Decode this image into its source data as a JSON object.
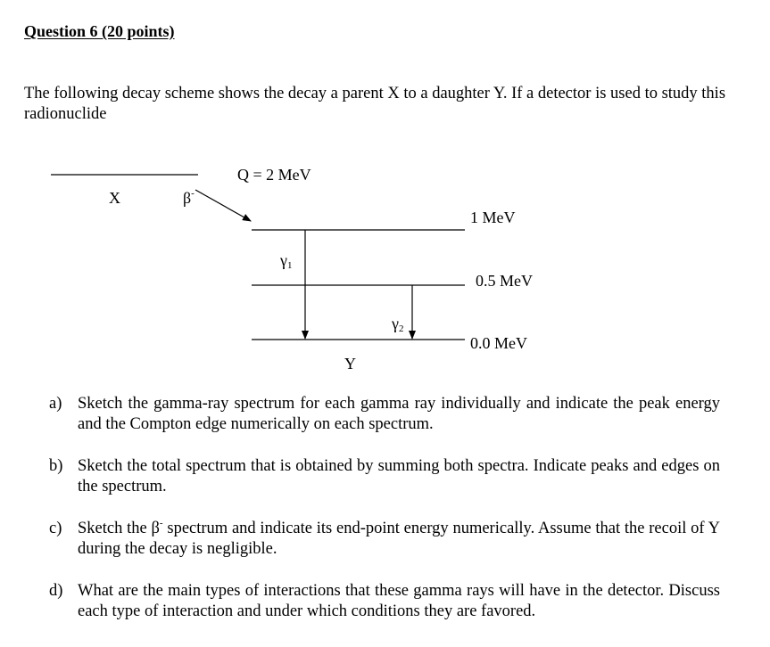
{
  "question": {
    "heading": "Question 6 (20 points)",
    "intro": "The following decay scheme shows the decay a parent X to a daughter Y.  If a detector is used to study this radionuclide"
  },
  "diagram": {
    "parent_label": "X",
    "beta_label": "β",
    "beta_superscript": "-",
    "q_value": "Q = 2 MeV",
    "daughter_label": "Y",
    "levels": [
      {
        "label": "1 MeV"
      },
      {
        "label": "0.5 MeV"
      },
      {
        "label": "0.0 MeV"
      }
    ],
    "gammas": [
      {
        "symbol": "γ",
        "subscript": "1"
      },
      {
        "symbol": "γ",
        "subscript": "2"
      }
    ]
  },
  "items": [
    {
      "marker": "a)",
      "text": "Sketch the gamma-ray spectrum for each gamma ray individually and indicate the peak energy and the Compton edge numerically on each spectrum."
    },
    {
      "marker": "b)",
      "text": "Sketch the total spectrum that is obtained by summing both spectra.  Indicate peaks and edges on the spectrum."
    },
    {
      "marker": "c)",
      "text_before": "Sketch the β",
      "superscript": "-",
      "text_after": " spectrum and indicate its end-point energy numerically.  Assume that the recoil of Y during the decay is negligible."
    },
    {
      "marker": "d)",
      "text": "What are the main types of interactions that these gamma rays will have in the detector.  Discuss each type of interaction and under which conditions they are favored."
    }
  ]
}
